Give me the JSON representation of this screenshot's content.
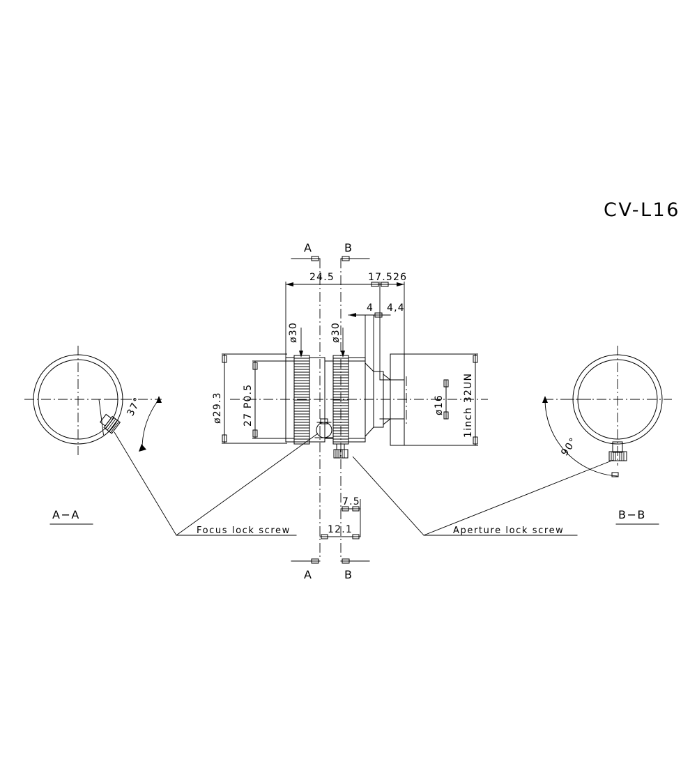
{
  "drawing": {
    "title": "CV-L16",
    "part_type": "machine-vision-lens-technical-drawing",
    "units": "mm"
  },
  "views": {
    "section_a": {
      "label": "A−A",
      "angle": "37°",
      "angle_value": 37
    },
    "section_b": {
      "label": "B−B",
      "angle": "90°",
      "angle_value": 90
    },
    "main": {
      "label": ""
    }
  },
  "section_marks": {
    "top_a": "A",
    "top_b": "B",
    "bottom_a": "A",
    "bottom_b": "B"
  },
  "callouts": {
    "focus": "Focus lock screw",
    "aperture": "Aperture lock screw"
  },
  "dimensions": {
    "length_front": "24.5",
    "length_rear": "17.526",
    "step_4": "4",
    "step_44": "4,4",
    "dia_30_left": "ø30",
    "dia_30_right": "ø30",
    "dia_293": "ø29.3",
    "thread_27": "27 P0.5",
    "dia_16": "ø16",
    "thread_mount": "1inch 32UN",
    "offset_75": "7.5",
    "offset_121": "12.1"
  },
  "colors": {
    "line": "#000000",
    "background": "#ffffff"
  }
}
